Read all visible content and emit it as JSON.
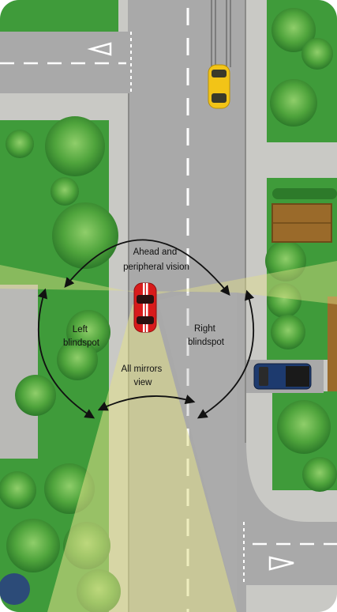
{
  "diagram": {
    "zones": [
      {
        "id": "ahead",
        "lines": [
          "Ahead and",
          "peripheral vision"
        ]
      },
      {
        "id": "left",
        "lines": [
          "Left",
          "blindspot"
        ]
      },
      {
        "id": "right",
        "lines": [
          "Right",
          "blindspot"
        ]
      },
      {
        "id": "mirrors",
        "lines": [
          "All mirrors",
          "view"
        ]
      }
    ]
  },
  "colors": {
    "road": "#a9a9a9",
    "grass": "#3f9b3a",
    "pavement": "#c9c9c5",
    "vision_overlay": "#e2e08a",
    "car_red": "#d81b1b",
    "car_yellow": "#f2c417",
    "truck": "#1d3a6e",
    "arrow": "#111111"
  }
}
